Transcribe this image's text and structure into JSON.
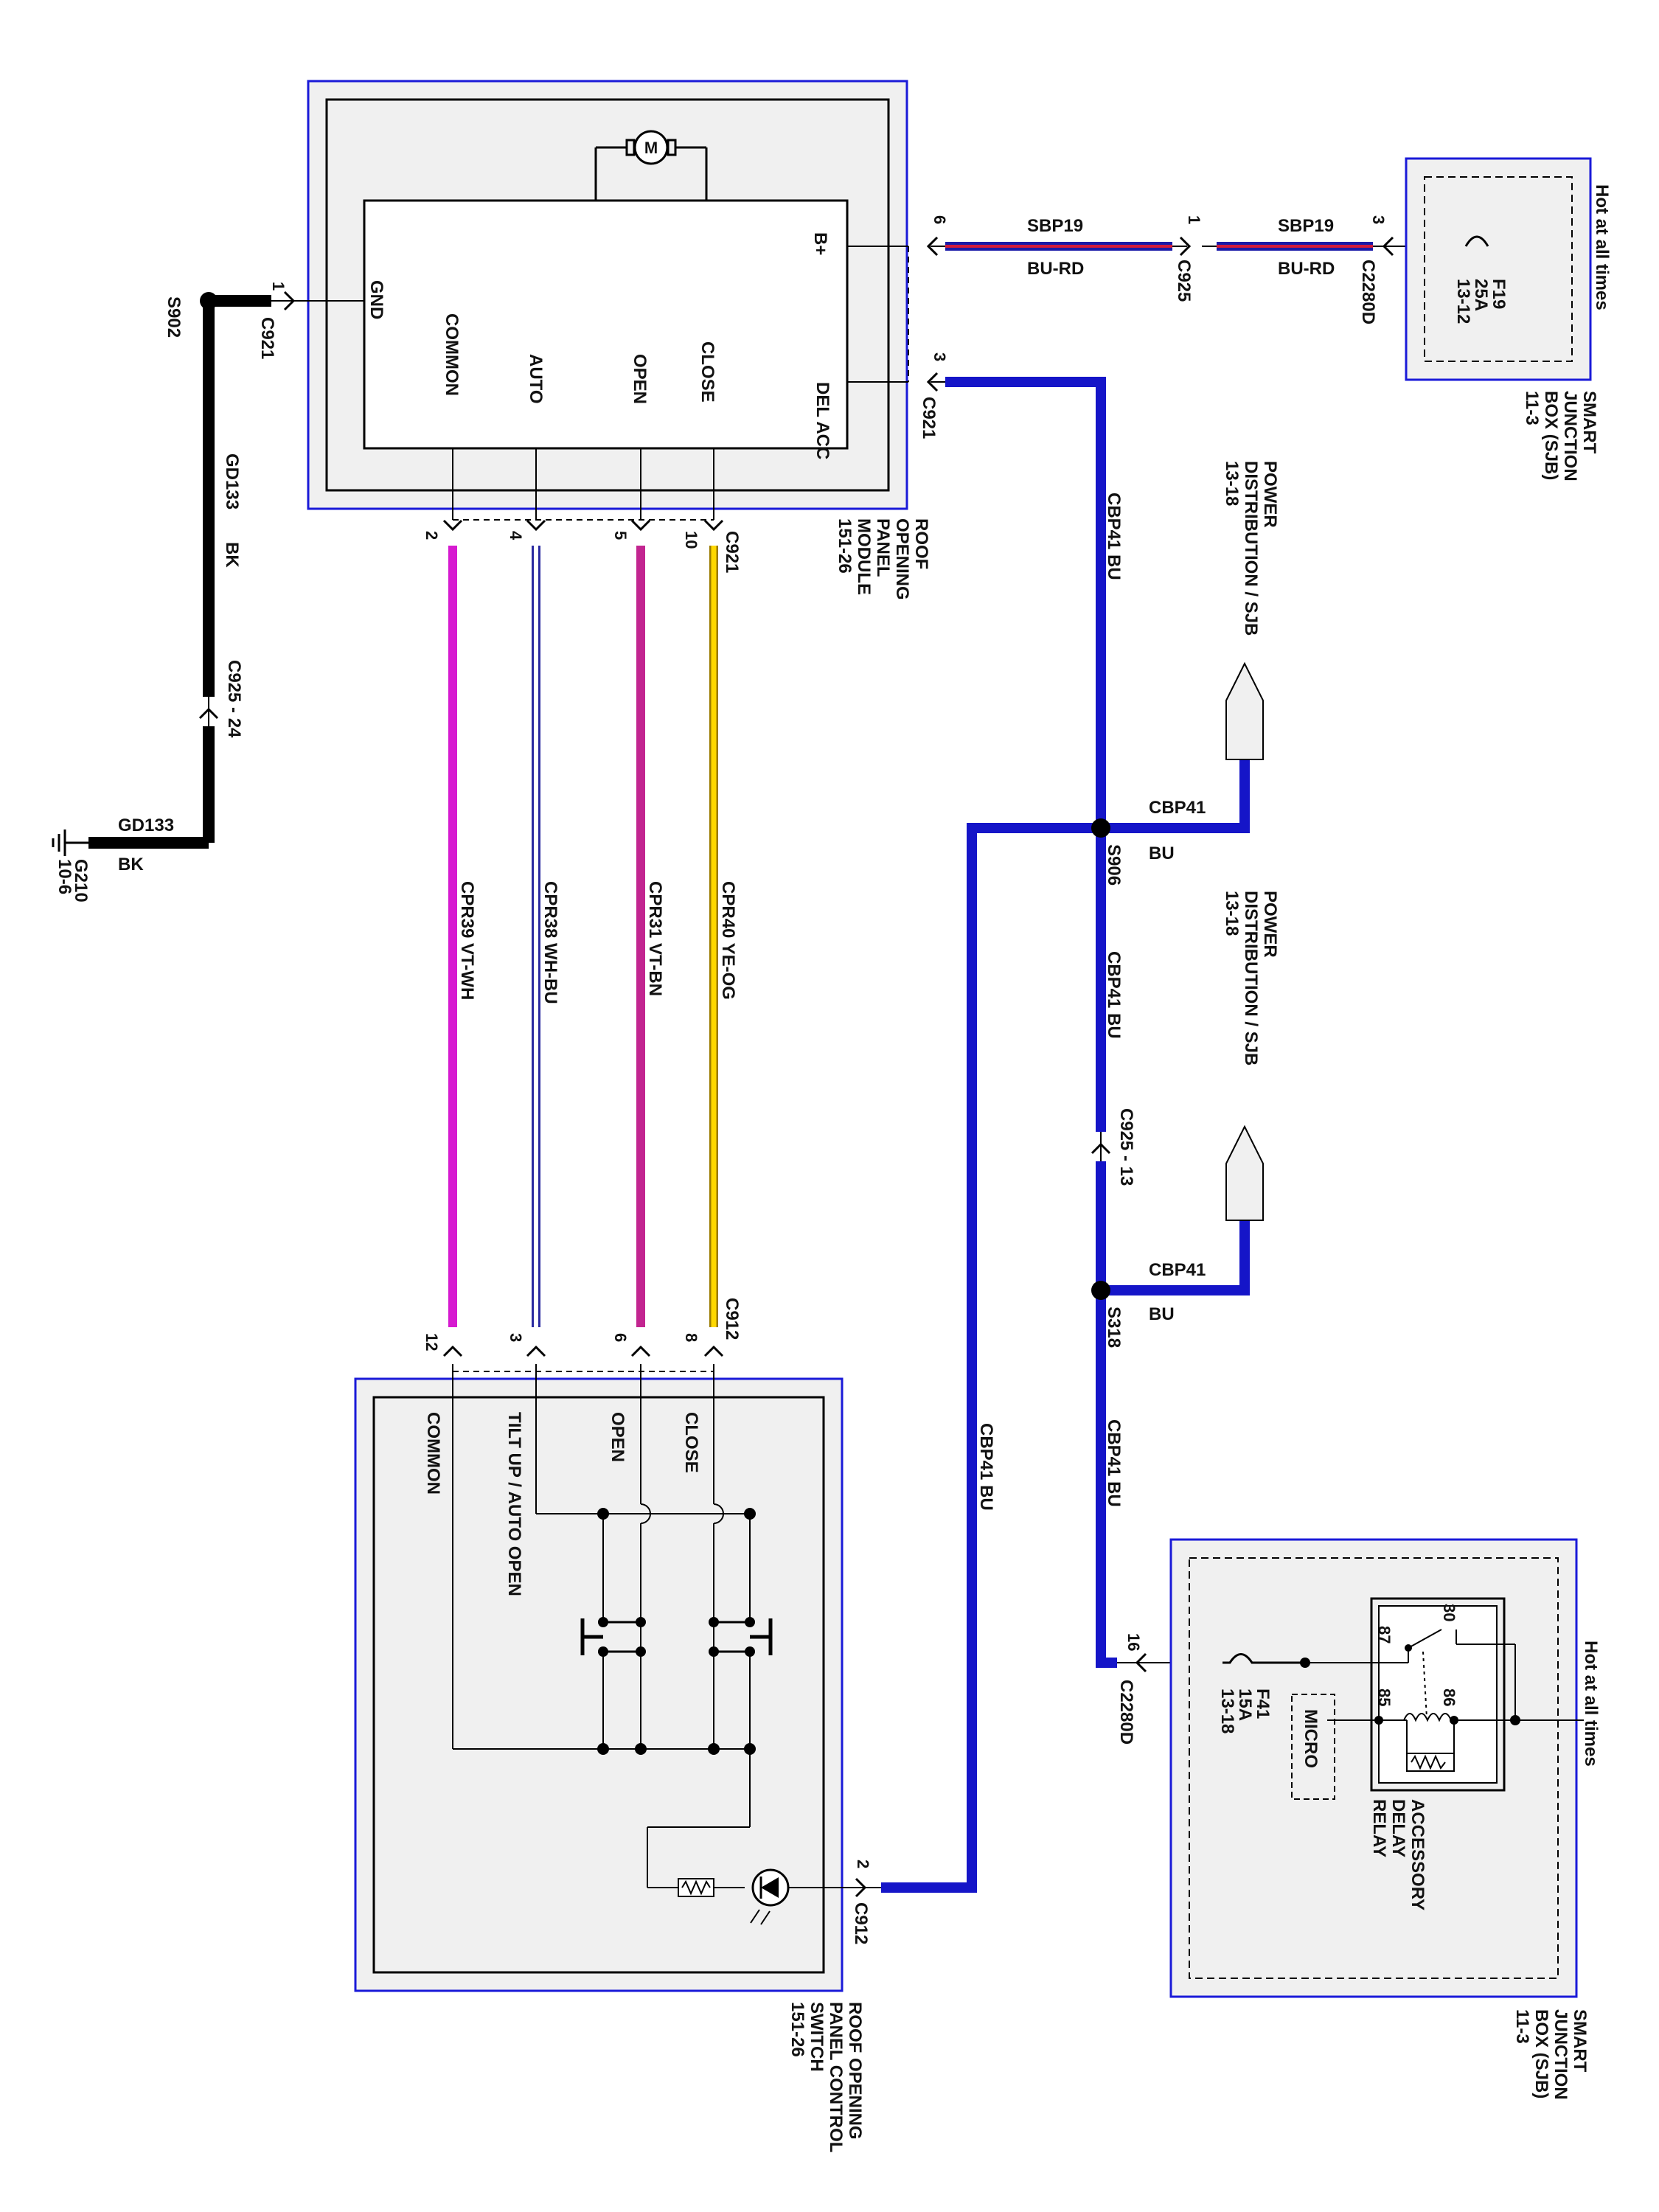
{
  "colors": {
    "ground": "#000000",
    "power": "#1515c8",
    "sbp19_outer": "#1a1aa8",
    "sbp19_inner": "#d21a3c",
    "cpr39": "#d61ad0",
    "cpr38_outer": "#2a2aa0",
    "cpr38_inner": "#ffffff",
    "cpr31": "#c22590",
    "cpr40_outer": "#9a7a00",
    "cpr40_inner": "#ffd800",
    "frame": "#1a1ad8",
    "panel": "#f0f0f0"
  },
  "roof_module": {
    "label": [
      "ROOF",
      "OPENING",
      "PANEL",
      "MODULE",
      "151-26"
    ],
    "motor_icon": "motor-icon",
    "motor_symbol": "M",
    "pins": {
      "gnd": "GND",
      "common": "COMMON",
      "auto": "AUTO",
      "open": "OPEN",
      "close": "CLOSE",
      "del_acc": "DEL ACC",
      "bplus": "B+"
    }
  },
  "switch": {
    "label": [
      "ROOF OPENING",
      "PANEL CONTROL",
      "SWITCH",
      "151-26"
    ],
    "pins": {
      "common": "COMMON",
      "tilt": "TILT UP / AUTO OPEN",
      "open": "OPEN",
      "close": "CLOSE"
    }
  },
  "sjb_top": {
    "label": [
      "SMART",
      "JUNCTION",
      "BOX (SJB)",
      "11-3"
    ],
    "hot": "Hot at all times",
    "fuse": [
      "F19",
      "25A",
      "13-12"
    ]
  },
  "sjb_bottom": {
    "label": [
      "SMART",
      "JUNCTION",
      "BOX (SJB)",
      "11-3"
    ],
    "hot": "Hot at all times",
    "fuse": [
      "F41",
      "15A",
      "13-18"
    ],
    "relay": [
      "ACCESSORY",
      "DELAY",
      "RELAY"
    ],
    "micro": "MICRO",
    "pins": {
      "p30": "30",
      "p87": "87",
      "p86": "86",
      "p85": "85"
    }
  },
  "ground": {
    "splice": "S902",
    "wire": "GD133",
    "color": "BK",
    "connector": "C925 - 24",
    "ground_ref": [
      "G210",
      "10-6"
    ]
  },
  "power_dist": {
    "label1": [
      "POWER",
      "DISTRIBUTION / SJB",
      "13-18"
    ],
    "label2": [
      "POWER",
      "DISTRIBUTION / SJB",
      "13-18"
    ]
  },
  "wires": {
    "sbp19": "SBP19",
    "bu_rd": "BU-RD",
    "cbp41": "CBP41",
    "bu": "BU",
    "cpr39": "CPR39   VT-WH",
    "cpr38": "CPR38   WH-BU",
    "cpr31": "CPR31   VT-BN",
    "cpr40": "CPR40   YE-OG",
    "cbp41_bu": "CBP41   BU"
  },
  "splices": {
    "s906": "S906",
    "s318": "S318"
  },
  "connectors": {
    "c921": "C921",
    "c925": "C925",
    "c2280d": "C2280D",
    "c912": "C912",
    "c925_13": "C925 - 13"
  },
  "pin_numbers": {
    "c921_gnd": "1",
    "c921_bplus": "6",
    "c925_sbp": "1",
    "c2280d_top": "3",
    "c921_delacc": "3",
    "c921_common": "2",
    "c921_auto": "4",
    "c921_open": "5",
    "c921_close": "10",
    "c912_common": "12",
    "c912_tilt": "3",
    "c912_open": "6",
    "c912_close": "8",
    "c912_led": "2",
    "c2280d_bottom": "16"
  }
}
